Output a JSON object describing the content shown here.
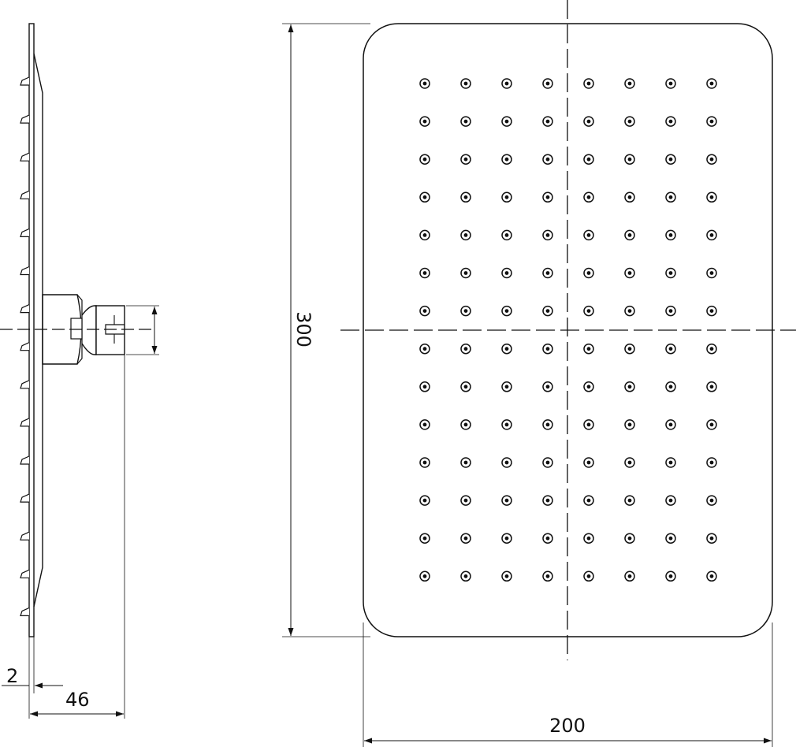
{
  "diagram": {
    "line_color": "#111111",
    "background": "#ffffff",
    "dimensions": {
      "height": "300",
      "width": "200",
      "plate_thickness": "2",
      "depth": "46"
    },
    "nozzles": {
      "columns": 8,
      "rows": 14
    },
    "side_teeth": 15
  }
}
